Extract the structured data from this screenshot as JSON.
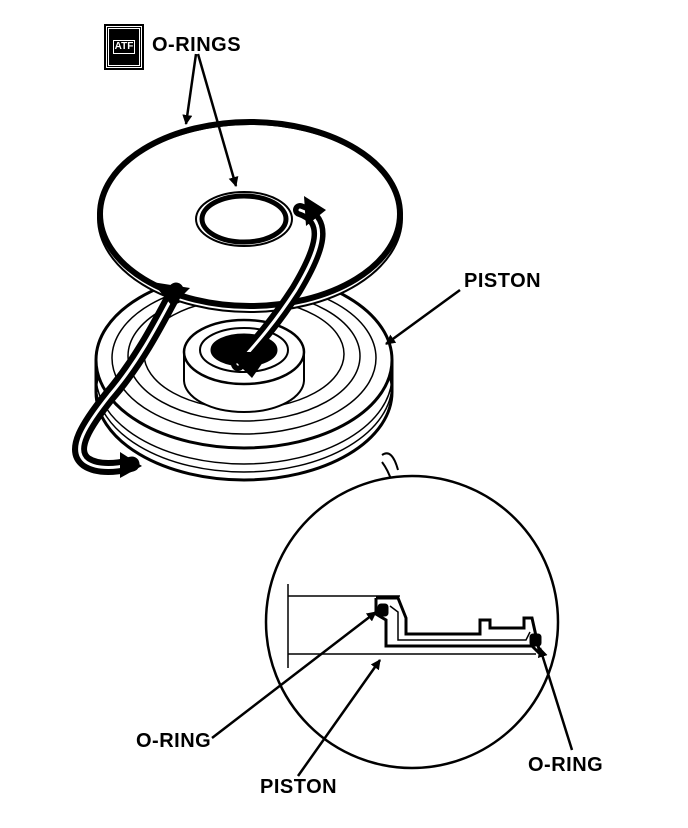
{
  "badge": {
    "text": "ATF"
  },
  "labels": {
    "o_rings": "O-RINGS",
    "piston_top": "PISTON",
    "o_ring_left": "O-RING",
    "piston_bottom": "PISTON",
    "o_ring_right": "O-RING"
  },
  "colors": {
    "ink": "#000000",
    "paper": "#ffffff"
  }
}
